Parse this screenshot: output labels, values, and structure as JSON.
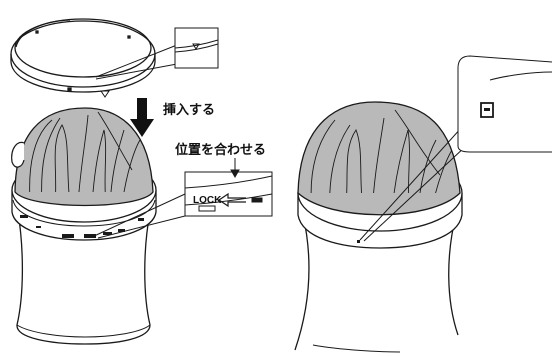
{
  "instructions": {
    "insert": "挿入する",
    "align": "位置を合わせる"
  },
  "lock_marking": "LOCK",
  "colors": {
    "line": "#1a1a1a",
    "bag_fill": "#b9b9b9",
    "background": "#ffffff"
  },
  "icons": [
    "down-arrow-icon",
    "lock-arrow-icon",
    "triangle-marker-icon"
  ]
}
